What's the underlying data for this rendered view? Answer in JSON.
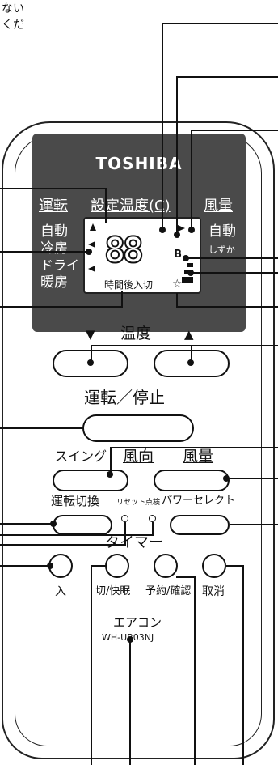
{
  "note_text": [
    "ない",
    "くだ"
  ],
  "remote": {
    "brand": "TOSHIBA",
    "header": {
      "mode": "運転",
      "set_temp": "設定温度(C)",
      "fan": "風量"
    },
    "modes": [
      "自動",
      "冷房",
      "ドライ",
      "暖房"
    ],
    "fan_levels": [
      "自動",
      "しずか"
    ],
    "lcd": {
      "digits": "88",
      "timer_text": "時間後入切",
      "b_mark": "B"
    },
    "temp": {
      "label": "温度",
      "down_icon": "▼",
      "up_icon": "▲"
    },
    "power": {
      "label": "運転／停止"
    },
    "row1": {
      "swing": "スイング",
      "direction": "風向",
      "fan": "風量"
    },
    "row2": {
      "mode_switch": "運転切換",
      "reset": "リセット",
      "check": "点検",
      "power_select": "パワーセレクト"
    },
    "timer": {
      "label": "タイマー"
    },
    "timer_buttons": [
      "入",
      "切/快眠",
      "予約/確認",
      "取消"
    ],
    "product": {
      "name": "エアコン",
      "model": "WH-UB03NJ"
    }
  }
}
